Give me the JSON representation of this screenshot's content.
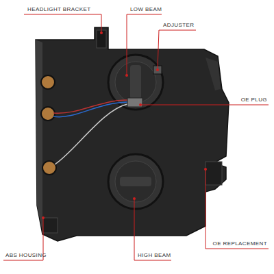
{
  "diagram": {
    "labels": [
      "HEADLIGHT BRACKET",
      "LOW BEAM",
      "ADJUSTER",
      "OE PLUG",
      "OE REPLACEMENT",
      "HIGH BEAM",
      "ABS HOUSING"
    ]
  }
}
